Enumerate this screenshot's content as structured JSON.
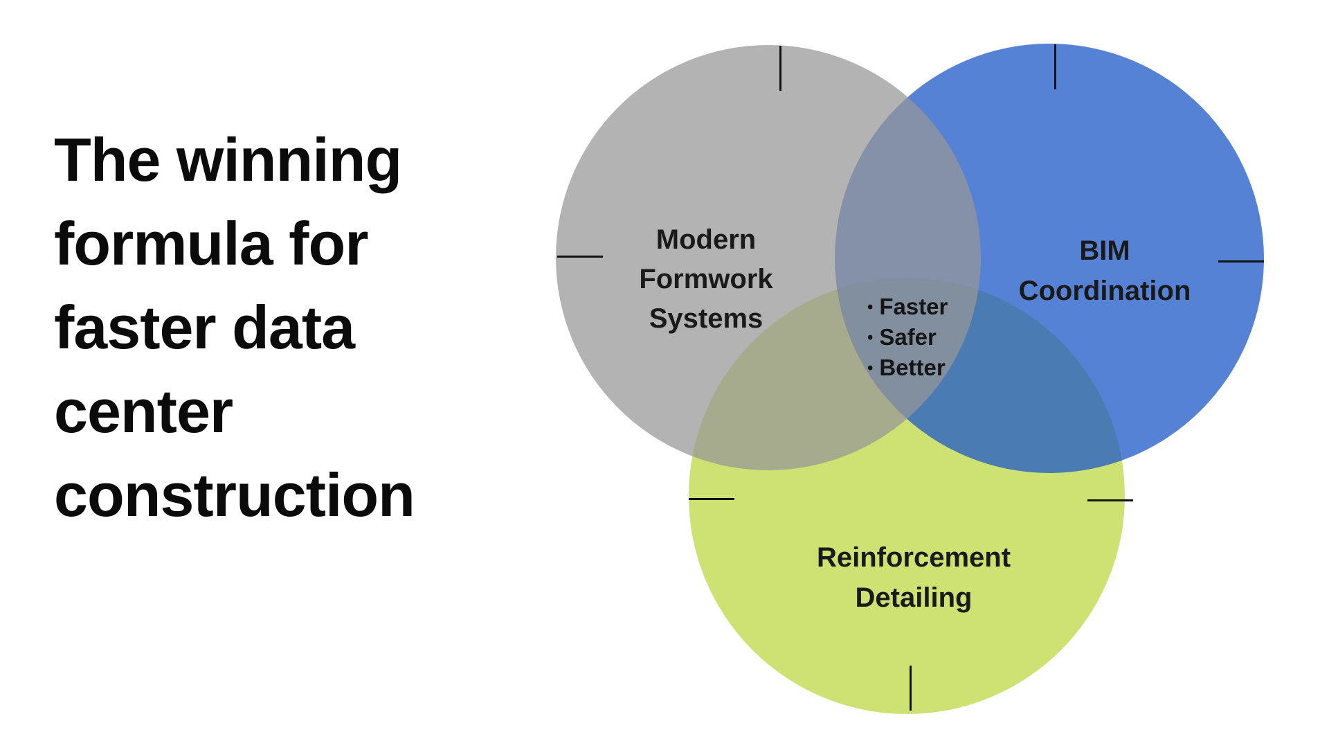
{
  "slide": {
    "title_lines": [
      "The winning",
      "formula for",
      "faster data",
      "center",
      "construction"
    ],
    "background_color": "#FFFFFF",
    "title_color": "#0B0B0B"
  },
  "venn": {
    "bullet_char": "•",
    "center_items": [
      "Faster",
      "Safer",
      "Better"
    ],
    "circles": [
      {
        "name": "Modern Formwork Systems",
        "label_lines": [
          "Modern",
          "Formwork",
          "Systems"
        ],
        "color": "#B3B3B3"
      },
      {
        "name": "BIM Coordination",
        "label_lines": [
          "BIM",
          "Coordination"
        ],
        "color": "#5B84DC"
      },
      {
        "name": "Reinforcement Detailing",
        "label_lines": [
          "Reinforcement",
          "Detailing"
        ],
        "color": "#CDE274"
      }
    ],
    "overlap_colors": {
      "formwork_bim": "#8795AF",
      "formwork_reinforcement": "#ABB18C",
      "bim_reinforcement": "#4E80A9",
      "center": "#8693A0"
    },
    "tick_color": "#111111"
  }
}
